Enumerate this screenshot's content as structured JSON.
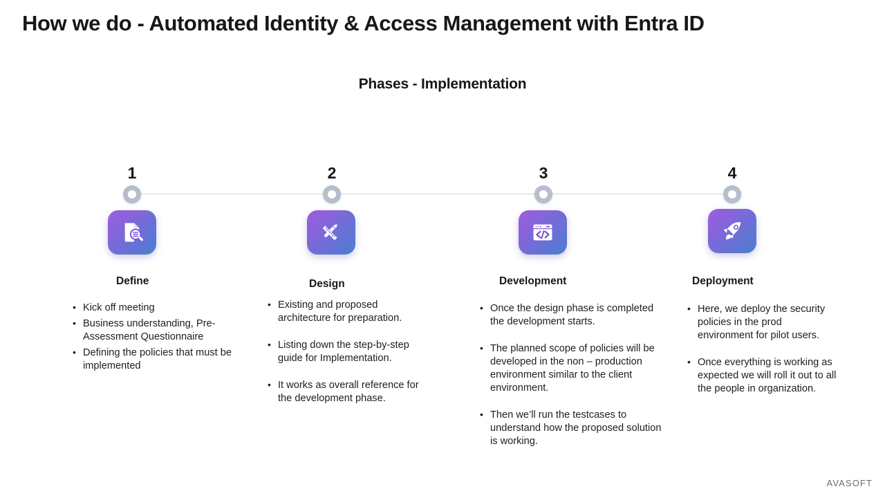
{
  "slide": {
    "title": "How we do - Automated Identity & Access Management with Entra ID",
    "subtitle": "Phases - Implementation",
    "footer_logo": "AVASOFT",
    "background": "#ffffff",
    "accent_gradient_from": "#9b5fe0",
    "accent_gradient_to": "#4a7fd0",
    "timeline_line_color": "#d2d4d8",
    "node_ring_color": "#b6bdcc"
  },
  "phases": [
    {
      "number": "1",
      "heading": "Define",
      "icon": "document-search-icon",
      "bullets": [
        "Kick off meeting",
        "Business understanding, Pre-Assessment Questionnaire",
        "Defining the policies that must be implemented"
      ]
    },
    {
      "number": "2",
      "heading": "Design",
      "icon": "pencil-ruler-icon",
      "bullets": [
        "Existing and proposed architecture for preparation.",
        "Listing down the step-by-step guide for Implementation.",
        "It works as overall reference for the development phase."
      ]
    },
    {
      "number": "3",
      "heading": "Development",
      "icon": "code-window-icon",
      "bullets": [
        "Once the design phase is completed the development starts.",
        "The planned scope of policies will be developed in the non – production environment similar to the client environment.",
        "Then we’ll run the testcases to understand how the proposed solution is working."
      ]
    },
    {
      "number": "4",
      "heading": "Deployment",
      "icon": "rocket-icon",
      "bullets": [
        "Here, we deploy the security policies in the prod environment for pilot users.",
        "Once everything is working as expected we will roll it out to all the people in organization."
      ]
    }
  ]
}
